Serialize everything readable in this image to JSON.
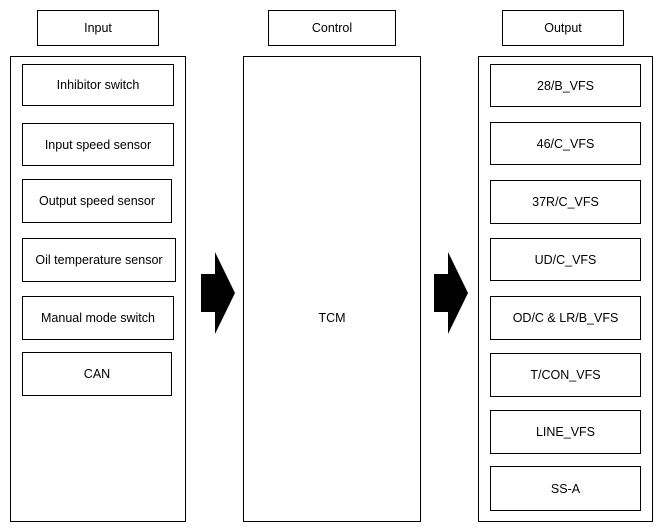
{
  "headers": {
    "input": "Input",
    "control": "Control",
    "output": "Output"
  },
  "input_items": [
    "Inhibitor switch",
    "Input speed sensor",
    "Output speed sensor",
    "Oil temperature sensor",
    "Manual mode switch",
    "CAN"
  ],
  "control": {
    "label": "TCM"
  },
  "output_items": [
    "28/B_VFS",
    "46/C_VFS",
    "37R/C_VFS",
    "UD/C_VFS",
    "OD/C & LR/B_VFS",
    "T/CON_VFS",
    "LINE_VFS",
    "SS-A"
  ],
  "colors": {
    "line": "#000000",
    "background": "#ffffff"
  },
  "icons": {
    "flow_arrow": "arrow-right-icon"
  }
}
